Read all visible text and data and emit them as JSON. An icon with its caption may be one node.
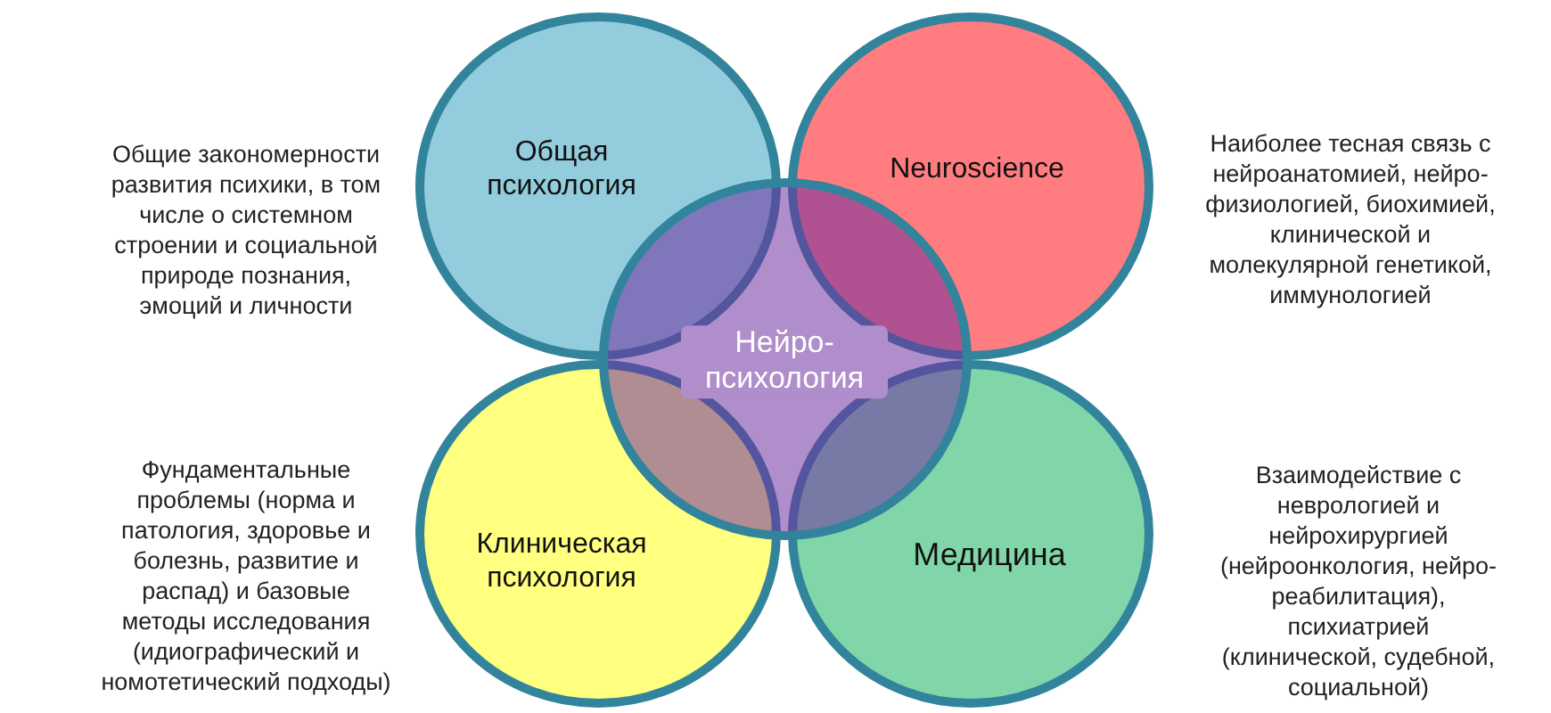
{
  "diagram": {
    "nodes": [
      {
        "text": [
          "Общая психология"
        ],
        "beside": [
          "Общие закономерности развития психики, в том числе о системном строении и социальной природе познания, эмоций и личности"
        ]
      },
      {
        "text": [
          "Neuroscience"
        ],
        "beside": [
          "Наиболее тесная связь с нейроанатомией, нейро- физиологией, биохимией, клинической и молекулярной генетикой, иммунологией"
        ]
      },
      {
        "text": [
          "Нейро- психология"
        ]
      },
      {
        "text": [
          "Клиническая психология"
        ],
        "beside": [
          "Фундаментальные проблемы (норма и патология, здоровье и болезнь, развитие и распад) и базовые методы исследования (идиографический и номотетический подходы)"
        ]
      },
      {
        "text": [
          "Медицина"
        ],
        "beside": [
          "Взаимодействие с неврологией и нейрохирургией (нейроонкология, нейро- реабилитация), психиатрией (клинической, судебной, социальной)"
        ]
      }
    ]
  }
}
